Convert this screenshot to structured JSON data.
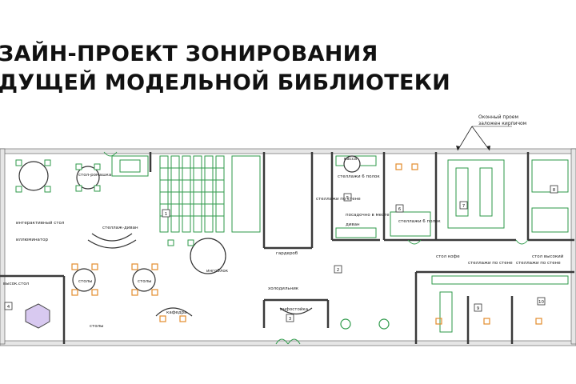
{
  "title": {
    "line1": "ЗАЙН-ПРОЕКТ ЗОНИРОВАНИЯ",
    "line2": "ДУЩЕЙ МОДЕЛЬНОЙ БИБЛИОТЕКИ"
  },
  "annotation": {
    "line1": "Оконный проем",
    "line2": "заложен кирпичом"
  },
  "labels": {
    "stol_romashka": "стол-ромашка",
    "stellazh_divan": "стеллаж-диван",
    "interaktivny_stol": "интерактивный стол",
    "illyuminator": "иллюминатор",
    "stoly_1": "столы",
    "stoly_2": "столы",
    "stoly_3": "столы",
    "kafedra": "кафедра",
    "ingoblok": "ингоблок",
    "garderob": "гардероб",
    "infostoika": "инфостойка",
    "kholodilnik": "холодильник",
    "stellazhi_po_stene_1": "стеллажи по стене",
    "stellazhi_po_stene_2": "стеллажи по стене",
    "stellazhi_po_stene_3": "стеллажи по стене",
    "stellazhi_6_polok_1": "стеллажи 6 полок",
    "stellazhi_6_polok_2": "стеллажи 6 полок",
    "posadochno_v_meste": "посадочно в месте",
    "divan": "диван",
    "kassa": "касса",
    "vysokiy_stol": "высок.стол",
    "stol_kofe": "стол кофе",
    "stol_vysokiy": "стол высокий"
  },
  "room_numbers": [
    "1",
    "2",
    "3",
    "4",
    "5",
    "6",
    "7",
    "8",
    "9",
    "10"
  ]
}
